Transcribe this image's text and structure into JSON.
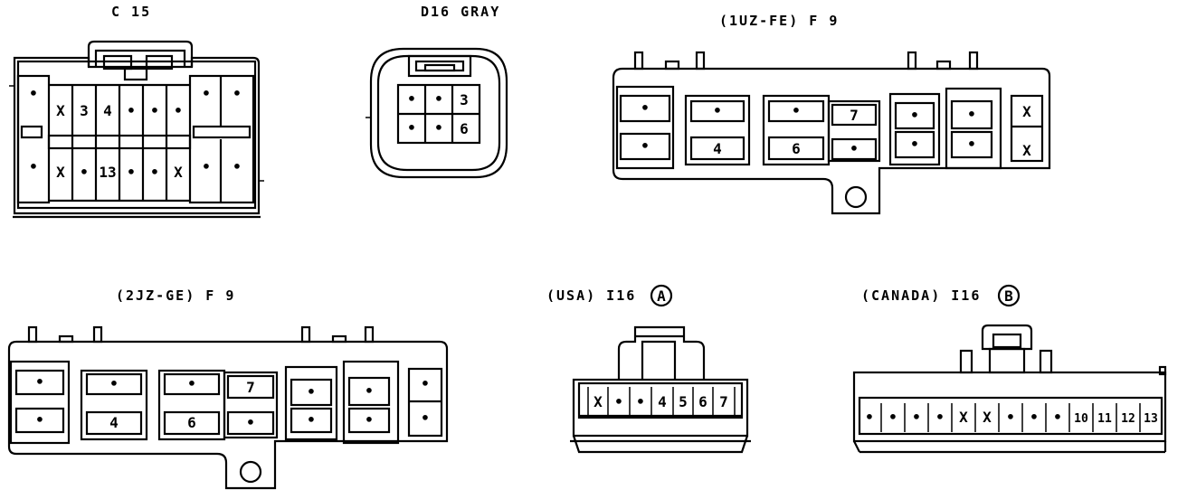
{
  "connectors": {
    "c15": {
      "label": "C 15",
      "row1": [
        "•",
        "X",
        "3",
        "4",
        "•",
        "•",
        "•",
        "•",
        "•"
      ],
      "row2": [
        "•",
        "X",
        "•",
        "13",
        "•",
        "•",
        "X",
        "•",
        "•"
      ]
    },
    "d16": {
      "label": "D16 GRAY",
      "row1": [
        "•",
        "•",
        "3"
      ],
      "row2": [
        "•",
        "•",
        "6"
      ]
    },
    "f9_1uz": {
      "label": "(1UZ-FE) F 9",
      "pins": {
        "a_top": "•",
        "a_bot": "•",
        "b_top": "•",
        "b_bot": "4",
        "c_top": "•",
        "c_bot": "6",
        "d_top": "7",
        "d_bot": "•",
        "e_top": "•",
        "e_bot": "•",
        "f_top": "•",
        "f_bot": "•",
        "g_top": "X",
        "g_bot": "X"
      }
    },
    "f9_2jz": {
      "label": "(2JZ-GE) F 9",
      "pins": {
        "a_top": "•",
        "a_bot": "•",
        "b_top": "•",
        "b_bot": "4",
        "c_top": "•",
        "c_bot": "6",
        "d_top": "7",
        "d_bot": "•",
        "e_top": "•",
        "e_bot": "•",
        "f_top": "•",
        "f_bot": "•",
        "g_top": "•",
        "g_bot": "•"
      }
    },
    "i16_usa": {
      "label": "(USA) I16",
      "badge": "A",
      "pins": [
        "X",
        "•",
        "•",
        "4",
        "5",
        "6",
        "7"
      ]
    },
    "i16_canada": {
      "label": "(CANADA) I16",
      "badge": "B",
      "pins": [
        "•",
        "•",
        "•",
        "•",
        "X",
        "X",
        "•",
        "•",
        "•",
        "10",
        "11",
        "12",
        "13"
      ]
    }
  }
}
